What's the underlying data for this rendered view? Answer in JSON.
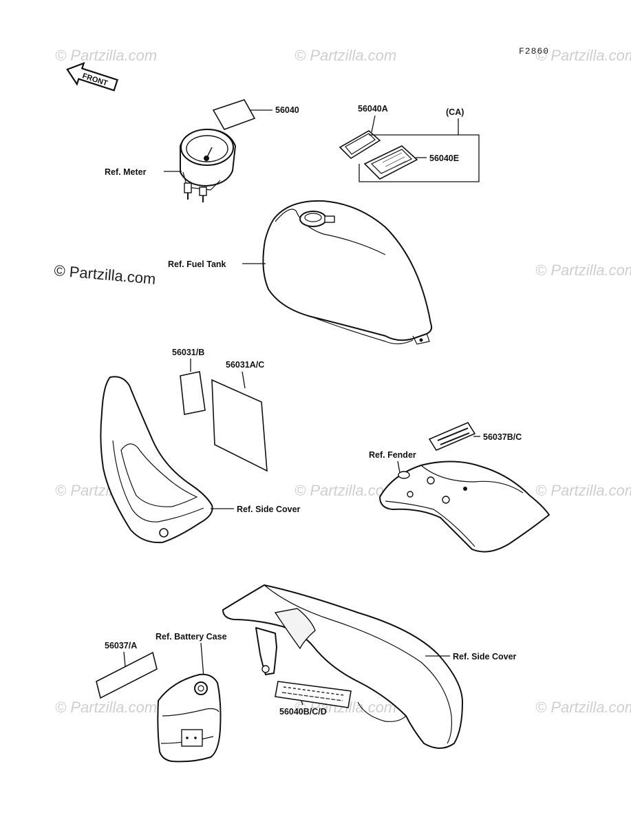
{
  "figure_code": "F2860",
  "front_arrow_label": "FRONT",
  "watermark": "© Partzilla.com",
  "labels": {
    "p56040": "56040",
    "p56040A": "56040A",
    "ca": "(CA)",
    "p56040E": "56040E",
    "ref_meter": "Ref. Meter",
    "ref_fuel_tank": "Ref. Fuel Tank",
    "p56031B": "56031/B",
    "p56031AC": "56031A/C",
    "p56037BC": "56037B/C",
    "ref_fender": "Ref. Fender",
    "ref_side_cover_1": "Ref. Side Cover",
    "ref_battery_case": "Ref. Battery Case",
    "p56037A": "56037/A",
    "ref_side_cover_2": "Ref. Side Cover",
    "p56040BCD": "56040B/C/D"
  }
}
